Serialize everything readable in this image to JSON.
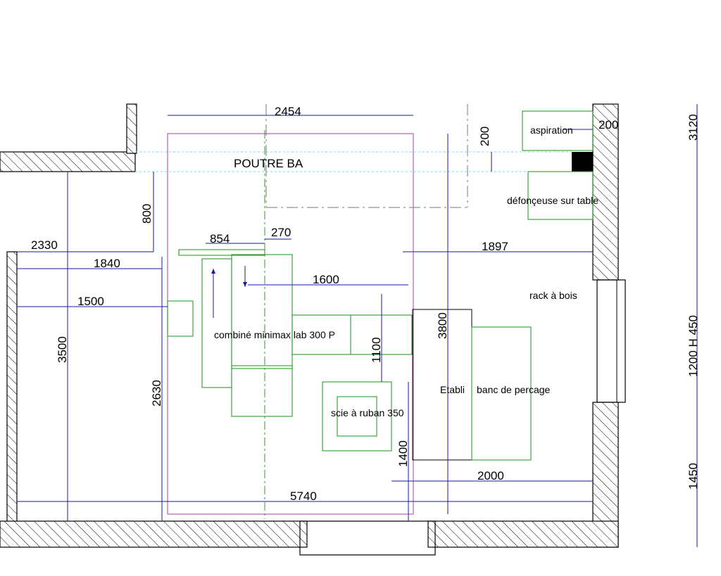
{
  "labels": {
    "beam": "POUTRE BA",
    "aspiration": "aspiration",
    "router_table": "défonçeuse sur table",
    "wood_rack": "rack à bois",
    "combined_machine": "combiné minimax lab 300 P",
    "bandsaw": "scie à ruban 350",
    "workbench": "Etabli",
    "drill_press": "banc de percage"
  },
  "dimensions": {
    "top_width": "2454",
    "beam_height": "200",
    "aspiration_width": "200",
    "beam_offset": "800",
    "left_wall_2330": "2330",
    "d854": "854",
    "d270": "270",
    "d1897": "1897",
    "d1840": "1840",
    "d1600": "1600",
    "d1500": "1500",
    "d3500": "3500",
    "d3800": "3800",
    "d1100": "1100",
    "d2630": "2630",
    "d1400": "1400",
    "d2000": "2000",
    "d5740": "5740"
  },
  "elevations": {
    "e3120": "3120",
    "window": "1200 H 450",
    "e1450": "1450"
  },
  "colors": {
    "dimension_lines": "#1a1aa6",
    "furniture": "#2e9a2e",
    "machine_zone": "#b24fb2",
    "beam_edges": "#7fd4ec",
    "walls": "#000000"
  }
}
